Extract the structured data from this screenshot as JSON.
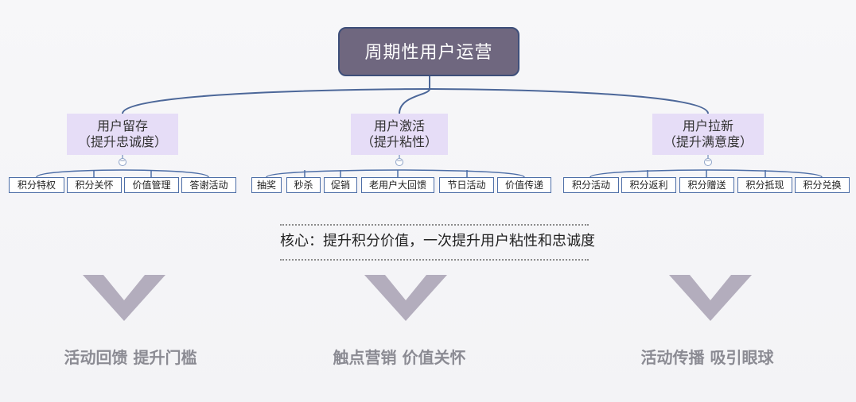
{
  "title": "周期性用户运营",
  "branches": [
    {
      "line1": "用户留存",
      "line2": "（提升忠诚度）",
      "collapse_symbol": "−",
      "leaves": [
        "积分特权",
        "积分关怀",
        "价值管理",
        "答谢活动"
      ]
    },
    {
      "line1": "用户激活",
      "line2": "（提升粘性）",
      "collapse_symbol": "−",
      "leaves": [
        "抽奖",
        "秒杀",
        "促销",
        "老用户大回馈",
        "节日活动",
        "价值传递"
      ]
    },
    {
      "line1": "用户拉新",
      "line2": "（提升满意度）",
      "collapse_symbol": "−",
      "leaves": [
        "积分活动",
        "积分返利",
        "积分赠送",
        "积分抵现",
        "积分兑换"
      ]
    }
  ],
  "core": "核心：提升积分价值，一次提升用户粘性和忠诚度",
  "bottom_labels": [
    "活动回馈 提升门槛",
    "触点营销 价值关怀",
    "活动传播 吸引眼球"
  ],
  "colors": {
    "root_fill": "#6f677f",
    "root_border": "#3e4f7a",
    "branch_fill": "#e6ddf7",
    "leaf_border": "#4d6ea7",
    "chevron": "#b3adbd",
    "bottom_text": "#8b8b93"
  },
  "icons": {
    "collapse": "collapse-minus-icon",
    "arrow": "chevron-down-icon"
  }
}
